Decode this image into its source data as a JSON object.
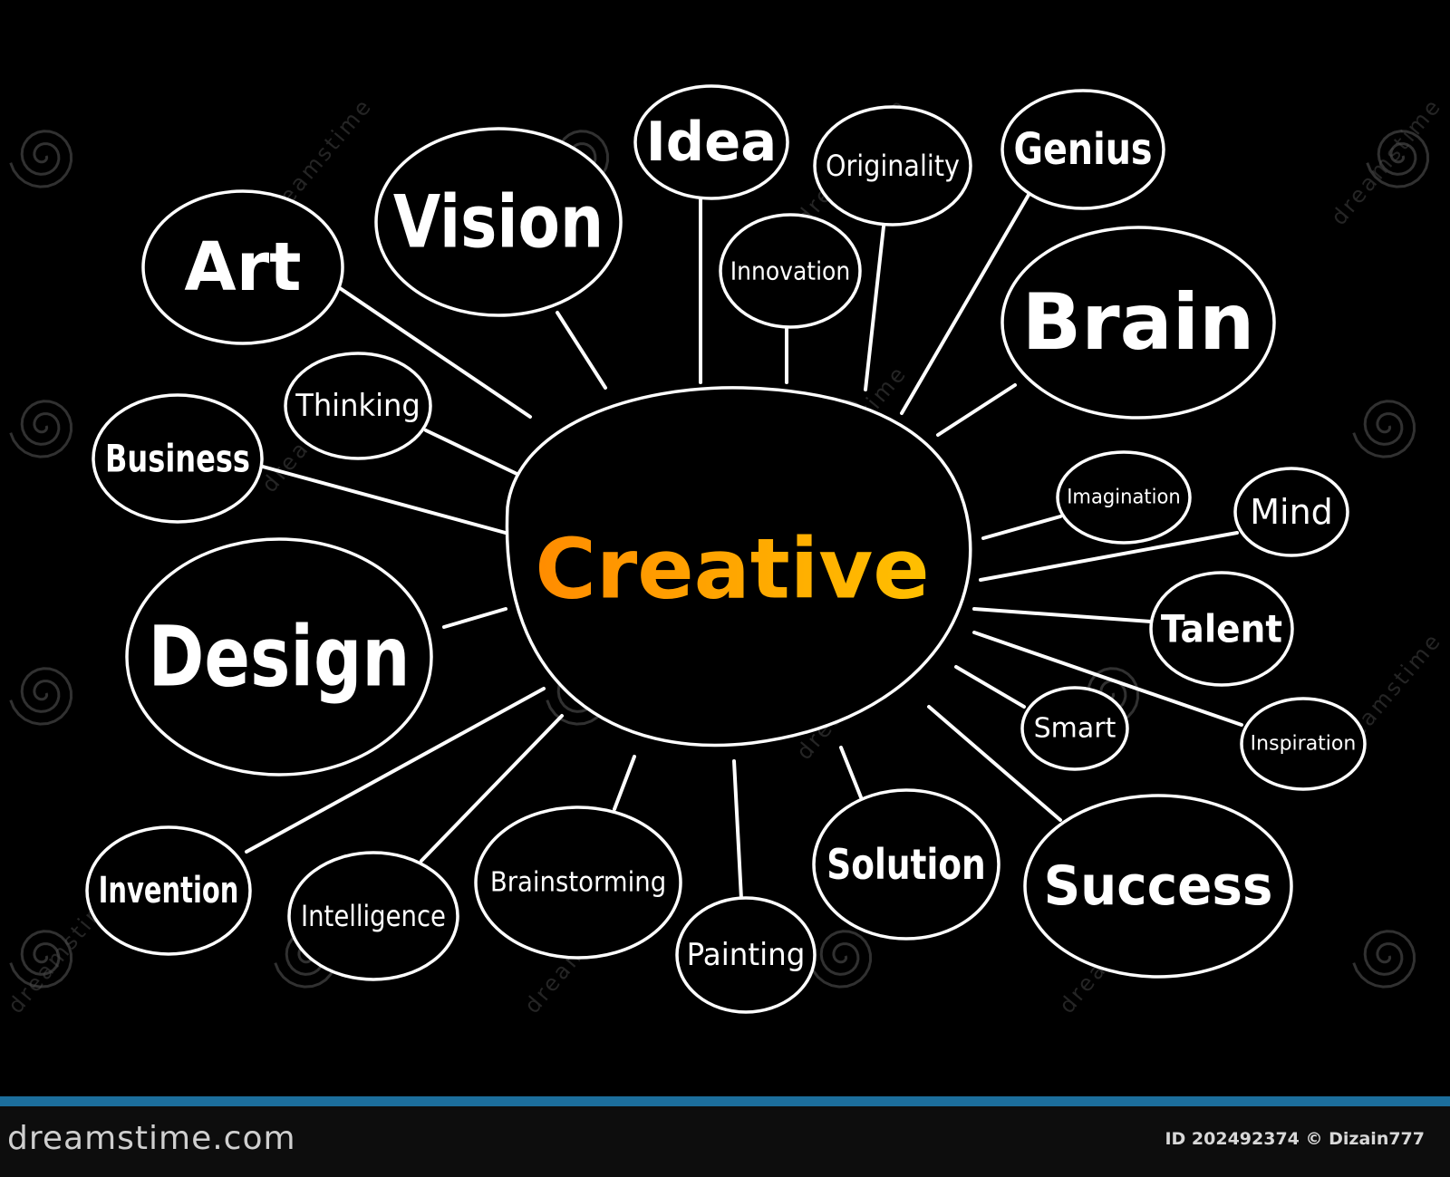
{
  "center": {
    "label": "Creative",
    "gradient_start": "#ff8c00",
    "gradient_end": "#ffc000"
  },
  "nodes": [
    {
      "id": "art",
      "label": "Art"
    },
    {
      "id": "vision",
      "label": "Vision"
    },
    {
      "id": "idea",
      "label": "Idea"
    },
    {
      "id": "originality",
      "label": "Originality"
    },
    {
      "id": "genius",
      "label": "Genius"
    },
    {
      "id": "innovation",
      "label": "Innovation"
    },
    {
      "id": "brain",
      "label": "Brain"
    },
    {
      "id": "thinking",
      "label": "Thinking"
    },
    {
      "id": "business",
      "label": "Business"
    },
    {
      "id": "imagination",
      "label": "Imagination"
    },
    {
      "id": "mind",
      "label": "Mind"
    },
    {
      "id": "design",
      "label": "Design"
    },
    {
      "id": "talent",
      "label": "Talent"
    },
    {
      "id": "smart",
      "label": "Smart"
    },
    {
      "id": "inspiration",
      "label": "Inspiration"
    },
    {
      "id": "invention",
      "label": "Invention"
    },
    {
      "id": "intelligence",
      "label": "Intelligence"
    },
    {
      "id": "brainstorming",
      "label": "Brainstorming"
    },
    {
      "id": "painting",
      "label": "Painting"
    },
    {
      "id": "solution",
      "label": "Solution"
    },
    {
      "id": "success",
      "label": "Success"
    }
  ],
  "watermark": {
    "text": "dreamstime",
    "icon": "spiral-icon"
  },
  "footer": {
    "logo": "dreamstime.com",
    "id_text": "ID 202492374 © Dizain777",
    "bar_color": "#1c6e9c"
  }
}
